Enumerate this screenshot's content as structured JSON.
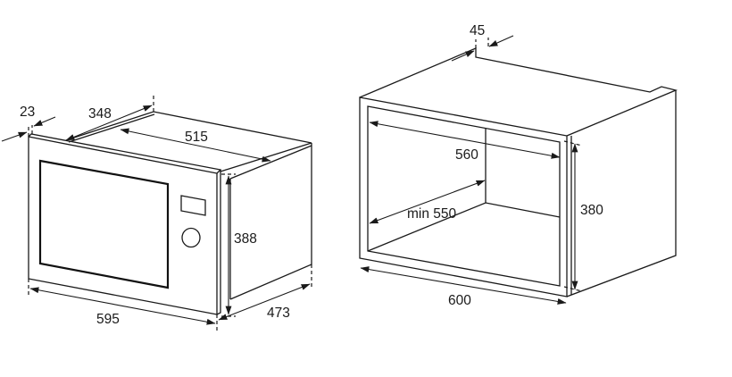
{
  "diagram": {
    "type": "technical-installation-drawing",
    "units": "mm",
    "appliance": {
      "description": "Built-in microwave oven, isometric view",
      "dimensions": {
        "front_panel_thickness": "23",
        "top_depth_front": "348",
        "body_depth": "515",
        "body_height": "388",
        "side_depth": "473",
        "front_width": "595"
      },
      "features": [
        "door-window",
        "display-panel",
        "control-knob"
      ]
    },
    "niche": {
      "description": "Installation cabinet niche, isometric view",
      "dimensions": {
        "rear_clearance": "45",
        "inner_width": "560",
        "min_depth": "min 550",
        "inner_height": "380",
        "cabinet_width": "600"
      }
    }
  },
  "colors": {
    "line": "#1a1a1a",
    "background": "#ffffff"
  }
}
